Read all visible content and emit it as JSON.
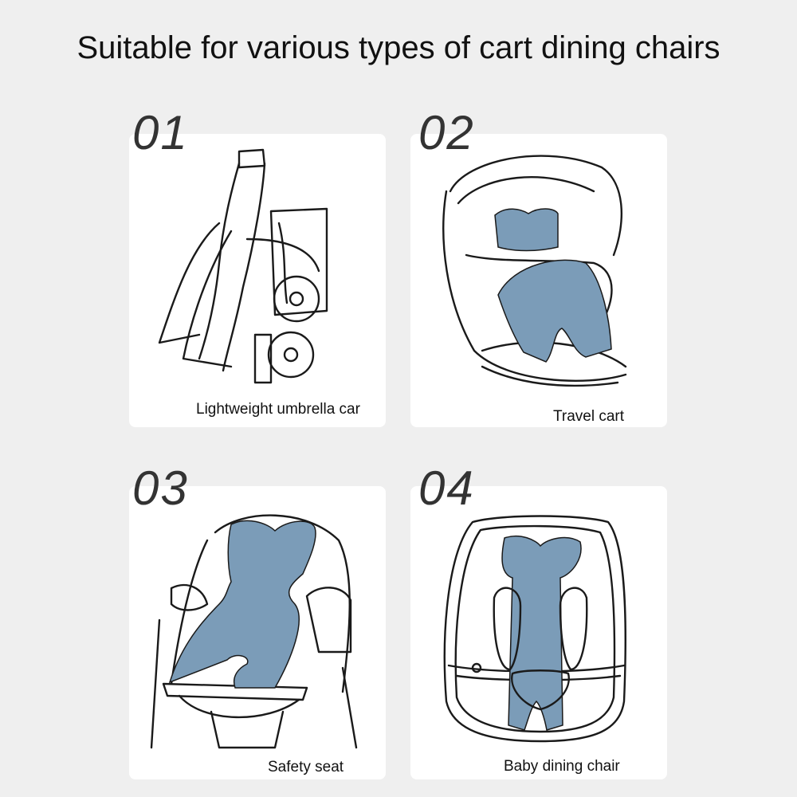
{
  "title": "Suitable for various types of cart dining chairs",
  "accent_color": "#7b9cb8",
  "cards": [
    {
      "number": "01",
      "caption": "Lightweight umbrella car",
      "icon": "umbrella-stroller-icon"
    },
    {
      "number": "02",
      "caption": "Travel cart",
      "icon": "travel-stroller-icon"
    },
    {
      "number": "03",
      "caption": "Safety seat",
      "icon": "safety-seat-icon"
    },
    {
      "number": "04",
      "caption": "Baby dining chair",
      "icon": "baby-seat-icon"
    }
  ]
}
